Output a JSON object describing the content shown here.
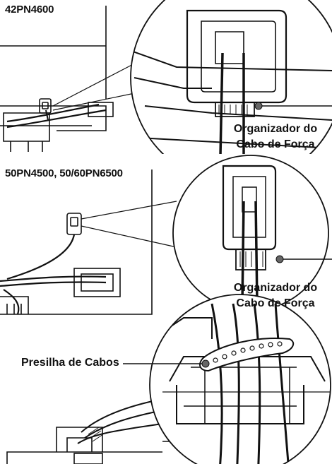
{
  "panels": [
    {
      "model": "42PN4600",
      "callout_line1": "Organizador do",
      "callout_line2": "Cabo de Força"
    },
    {
      "model": "50PN4500, 50/60PN6500",
      "callout_line1": "Organizador do",
      "callout_line2": "Cabo de Força"
    },
    {
      "callout": "Presilha de Cabos"
    }
  ]
}
